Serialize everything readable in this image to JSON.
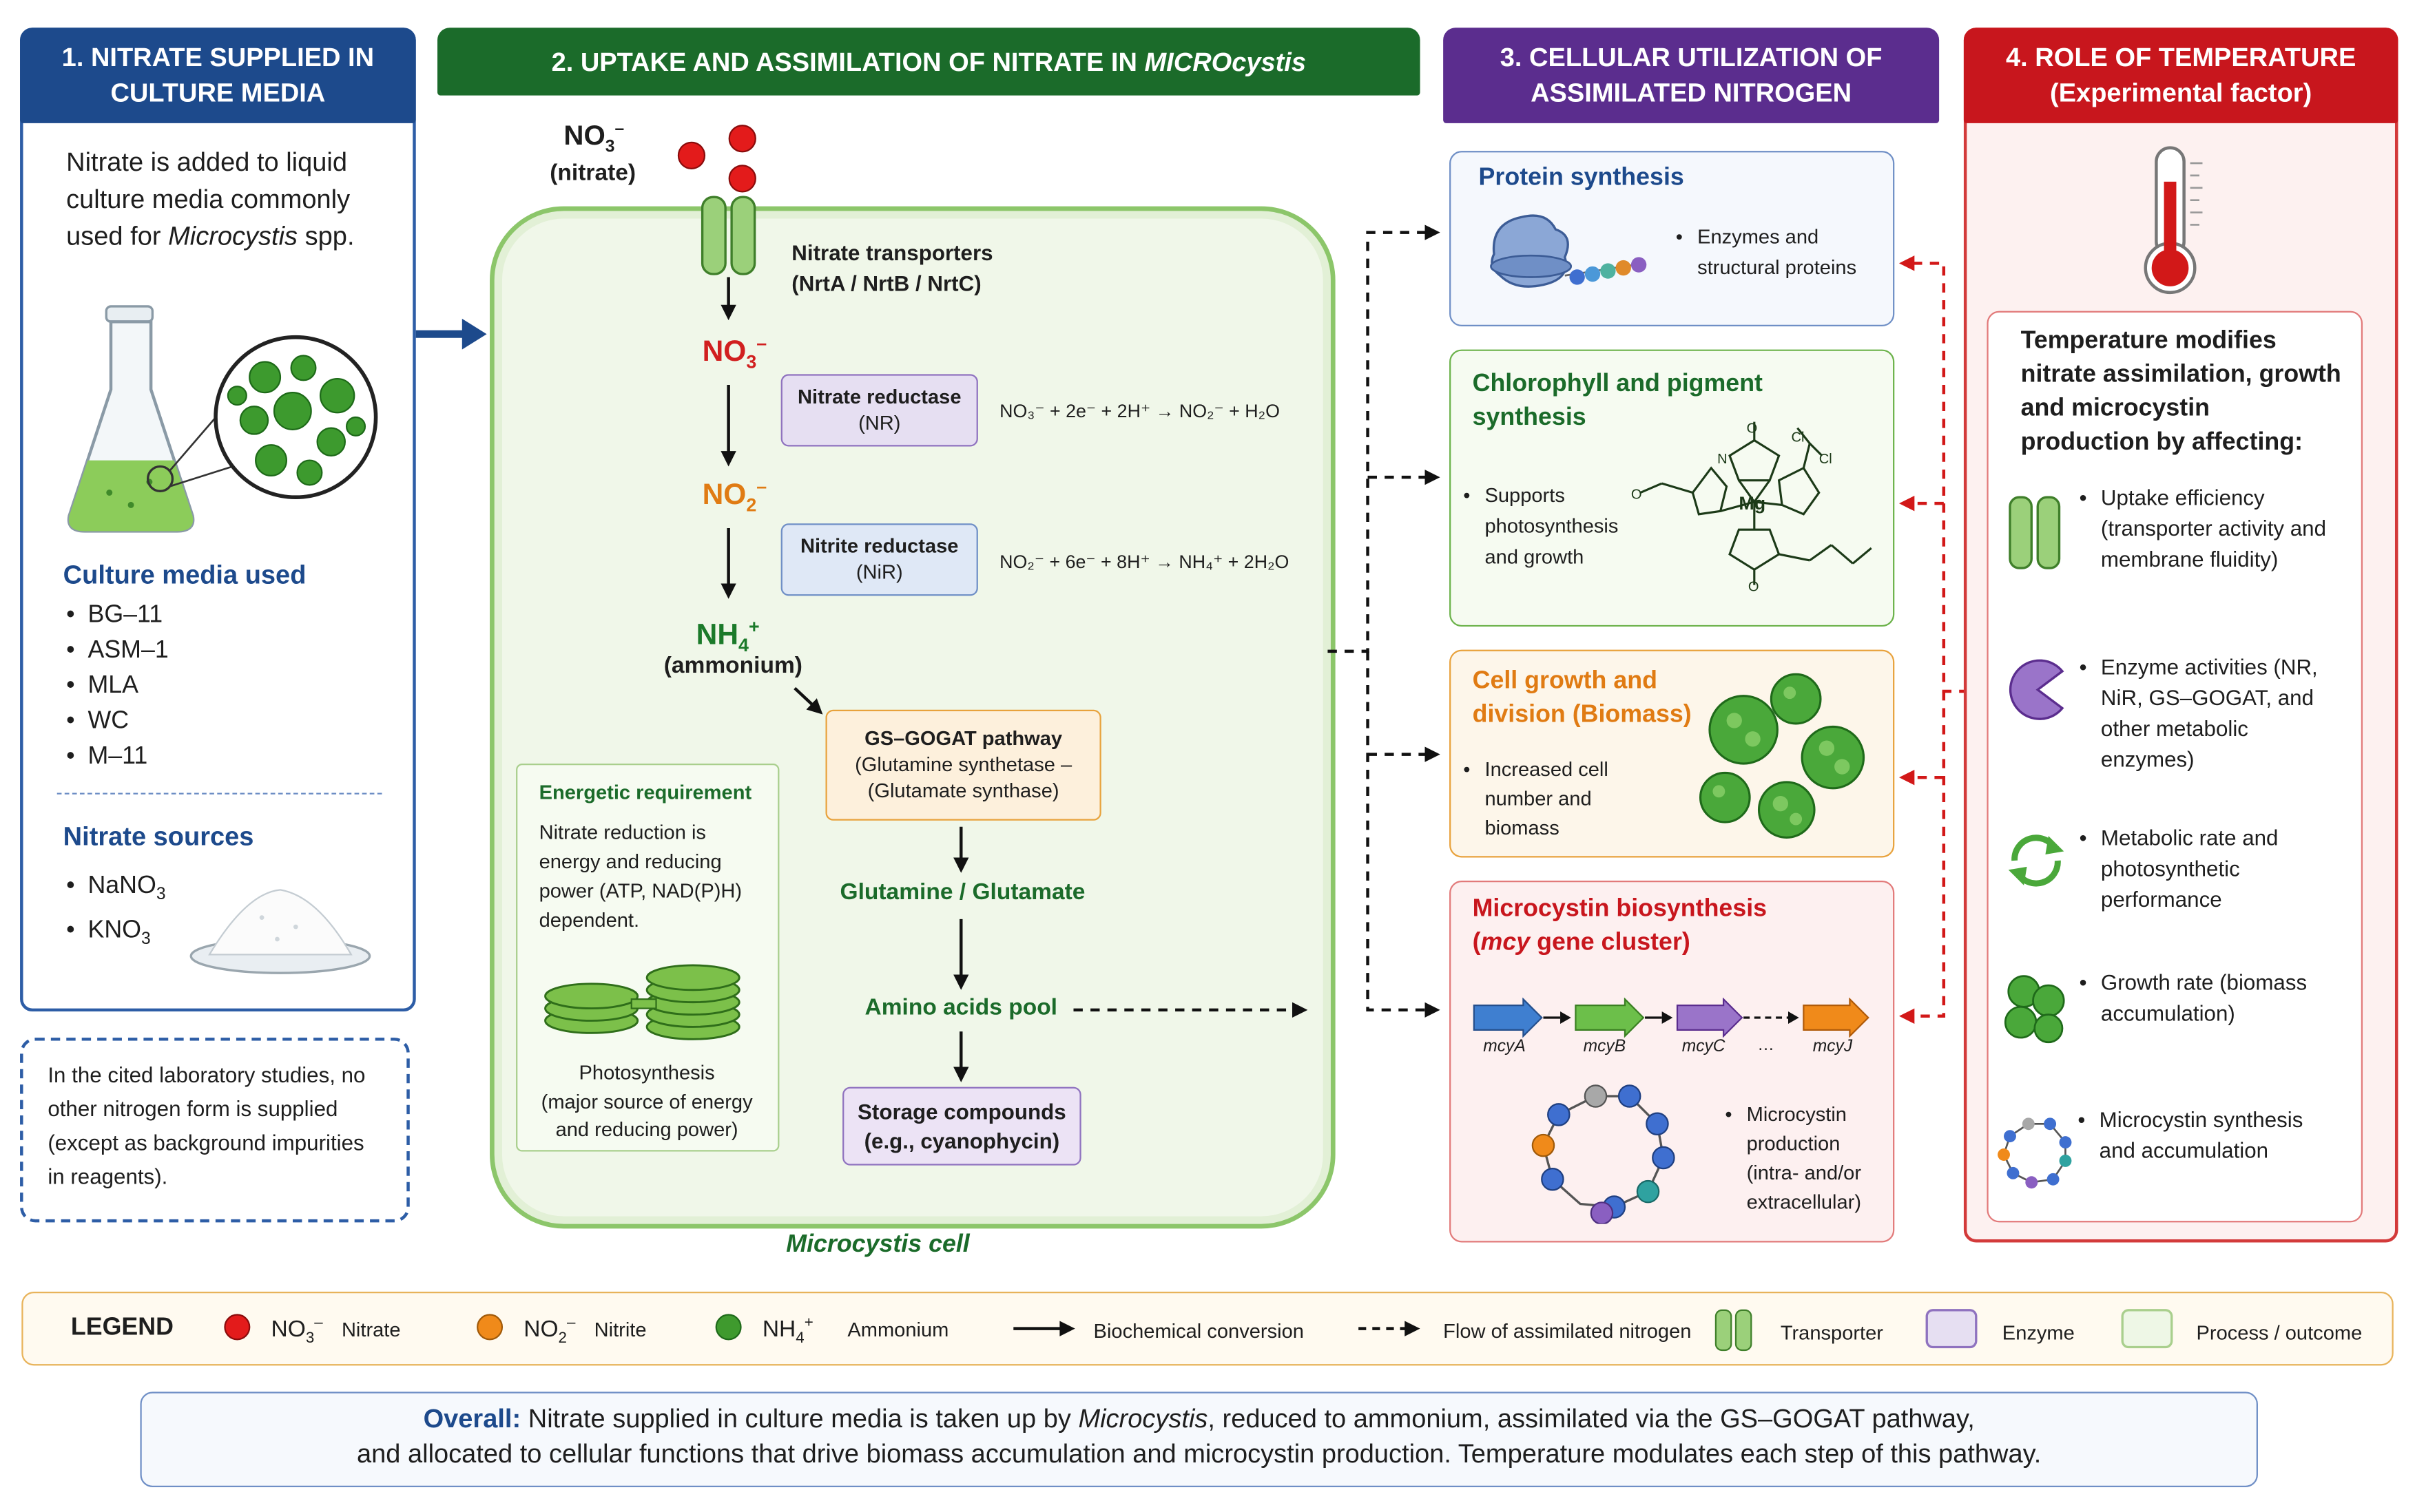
{
  "col1": {
    "title": "1. NITRATE SUPPLIED IN CULTURE MEDIA",
    "intro_a": "Nitrate is added to liquid culture media commonly used for",
    "intro_b": "Microcystis",
    "intro_c": "spp.",
    "media_heading": "Culture media used",
    "media": [
      "BG–11",
      "ASM–1",
      "MLA",
      "WC",
      "M–11"
    ],
    "sources_heading": "Nitrate sources",
    "sources": [
      "NaNO",
      "KNO"
    ],
    "source_sub": "3",
    "note": "In the cited laboratory studies, no other nitrogen form is supplied (except as background impurities in reagents)."
  },
  "col2": {
    "title_a": "2. UPTAKE AND ASSIMILATION OF NITRATE IN",
    "title_b": "MICROcystis",
    "no3_sub": "3",
    "no3_sup": "–",
    "nitrate_label": "(nitrate)",
    "transporters": "Nitrate transporters",
    "transporters_list": "(NrtA / NrtB / NrtC)",
    "no2_sub": "2",
    "nh4_sub": "4",
    "nh4_sup": "+",
    "ammonium_label": "(ammonium)",
    "nr_name": "Nitrate reductase",
    "nr_abbr": "(NR)",
    "nir_name": "Nitrite reductase",
    "nir_abbr": "(NiR)",
    "eq1": "NO₃⁻ + 2e⁻ + 2H⁺ → NO₂⁻ + H₂O",
    "eq2": "NO₂⁻ + 6e⁻ + 8H⁺ → NH₄⁺ + 2H₂O",
    "gs_title": "GS–GOGAT pathway",
    "gs_line1": "(Glutamine synthetase –",
    "gs_line2": "(Glutamate synthase)",
    "glutamine": "Glutamine / Glutamate",
    "amino": "Amino acids pool",
    "storage_title": "Storage compounds",
    "storage_sub": "(e.g., cyanophycin)",
    "energetic_title": "Energetic requirement",
    "energetic_text": "Nitrate reduction is energy and reducing power (ATP, NAD(P)H) dependent.",
    "photo_title": "Photosynthesis",
    "photo_sub": "(major source of energy and reducing power)",
    "cell_label": "Microcystis cell"
  },
  "col3": {
    "title": "3. CELLULAR UTILIZATION OF ASSIMILATED NITROGEN",
    "protein_title": "Protein synthesis",
    "protein_text": "Enzymes and structural proteins",
    "chloro_title": "Chlorophyll and pigment synthesis",
    "chloro_text": "Supports photosynthesis and growth",
    "growth_title": "Cell growth and division (Biomass)",
    "growth_text": "Increased cell number and biomass",
    "mc_title": "Microcystin biosynthesis",
    "mc_sub_a": "mcy",
    "mc_sub_b": "gene cluster)",
    "mc_paren": "(",
    "genes": [
      "mcyA",
      "mcyB",
      "mcyC",
      "…",
      "mcyJ"
    ],
    "mc_text": "Microcystin production (intra- and/or extracellular)",
    "chem_o1": "O",
    "chem_cl1": "Cl",
    "chem_cl2": "Cl",
    "chem_n": "N",
    "chem_mg": "Mg",
    "chem_o2": "O",
    "chem_o3": "O"
  },
  "col4": {
    "title": "4. ROLE OF TEMPERATURE (Experimental factor)",
    "intro": "Temperature modifies nitrate assimilation, growth and microcystin production by affecting:",
    "items": [
      "Uptake efficiency (transporter activity and membrane fluidity)",
      "Enzyme activities (NR, NiR, GS–GOGAT, and other metabolic enzymes)",
      "Metabolic rate and photosynthetic performance",
      "Growth rate (biomass accumulation)",
      "Microcystin synthesis and accumulation"
    ]
  },
  "legend": {
    "title": "LEGEND",
    "no3": "NO",
    "no3_sub": "3",
    "no3_sup": "–",
    "nitrate": "Nitrate",
    "no2": "NO",
    "no2_sub": "2",
    "no2_sup": "–",
    "nitrite": "Nitrite",
    "nh4": "NH",
    "nh4_sub": "4",
    "nh4_sup": "+",
    "ammonium": "Ammonium",
    "biochem": "Biochemical conversion",
    "flow": "Flow of assimilated nitrogen",
    "transporter": "Transporter",
    "enzyme": "Enzyme",
    "process": "Process / outcome"
  },
  "overall": {
    "label": "Overall:",
    "text_a": "Nitrate supplied in culture media is taken up by",
    "text_b": "Microcystis",
    "text_c": ", reduced to ammonium, assimilated via the GS–GOGAT pathway,",
    "line2": "and allocated to cellular functions that drive biomass accumulation and microcystin production. Temperature modulates each step of this pathway."
  },
  "colors": {
    "blue": "#1d4a8c",
    "green": "#1b6b2a",
    "purple": "#5b2d8e",
    "red": "#c8161d",
    "orange": "#e07b13"
  }
}
